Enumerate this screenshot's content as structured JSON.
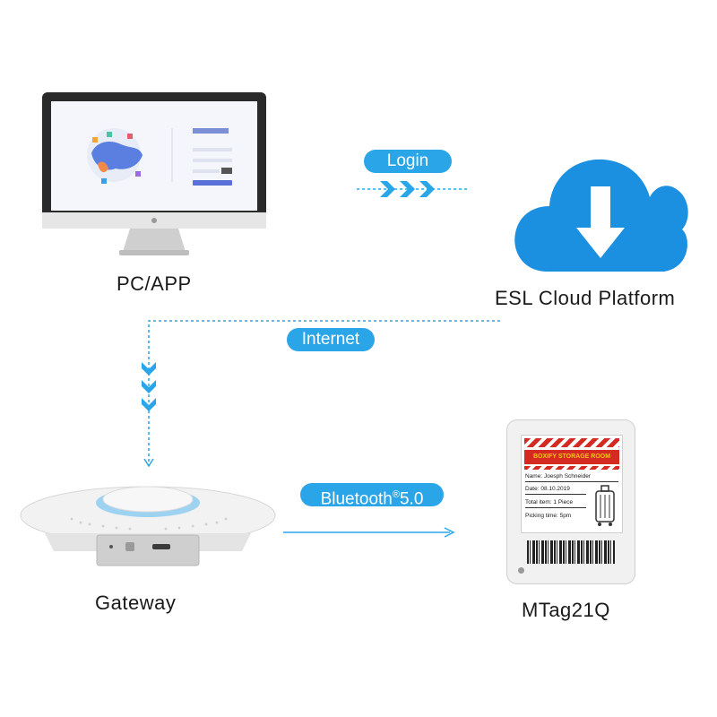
{
  "nodes": {
    "pc": "PC/APP",
    "cloud": "ESL Cloud Platform",
    "gateway": "Gateway",
    "tag": "MTag21Q"
  },
  "links": {
    "login": "Login",
    "internet": "Internet",
    "bluetooth": "Bluetooth",
    "bluetooth_reg": "®",
    "bluetooth_version": "5.0"
  },
  "esl_tag": {
    "header": "BOXIFY STORAGE ROOM",
    "name": "Name: Joesph Schneider",
    "date": "Date: 08.10.2019",
    "total": "Total item: 1 Piece",
    "picking": "Picking time: 5pm"
  },
  "colors": {
    "accent": "#2aa5e8",
    "cloud": "#1b8fe0",
    "tag_red": "#d42a22",
    "tag_yellow": "#f2c418"
  }
}
